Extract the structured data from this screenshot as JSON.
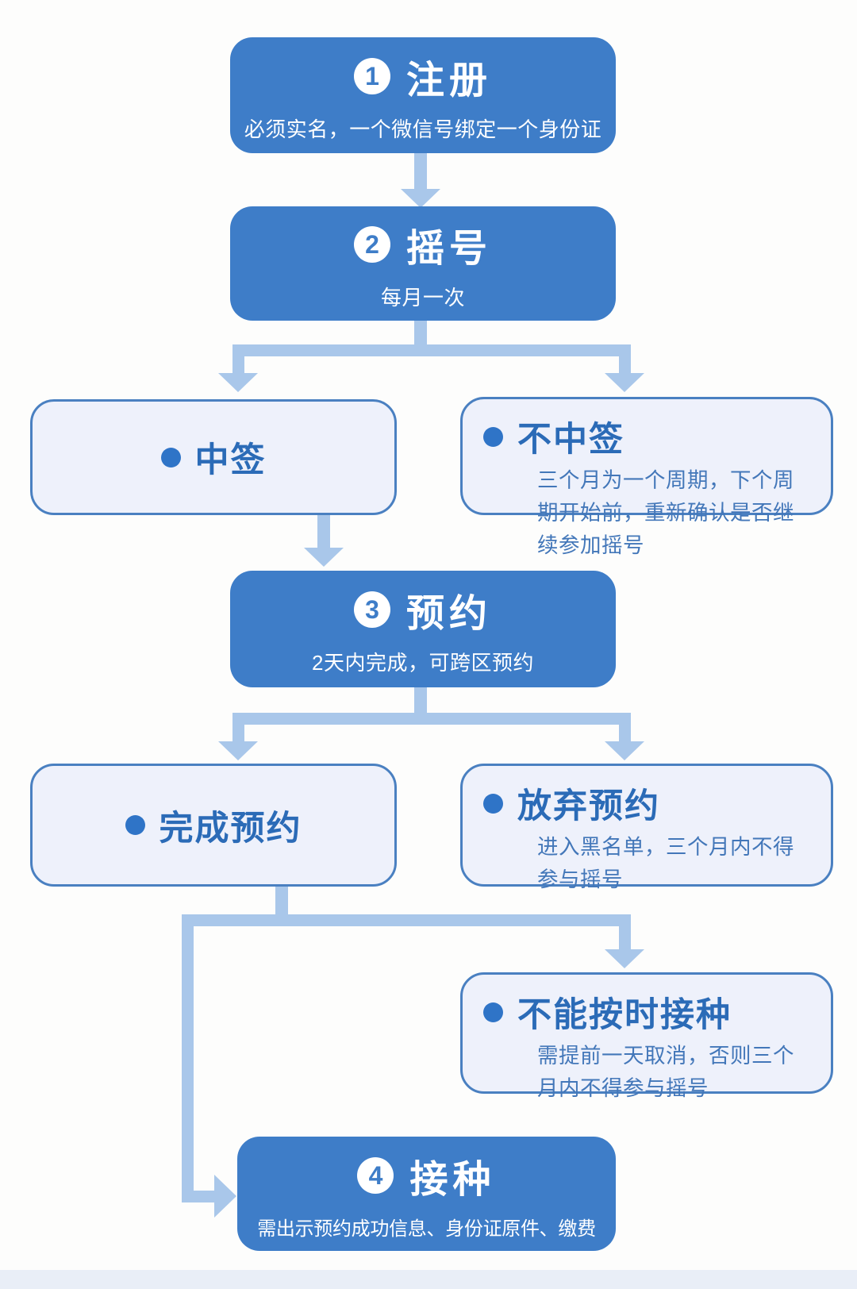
{
  "palette": {
    "step_box_blue": "#3e7dc8",
    "connector_blue": "#a9c7ea",
    "outcome_fill": "#eef1fb",
    "outcome_border": "#4a80c1",
    "outcome_text": "#2b6bb7",
    "body_text": "#4377b9",
    "background": "#fdfdfc"
  },
  "flow": {
    "steps": [
      {
        "number": "1",
        "title": "注册",
        "subtitle": "必须实名，一个微信号绑定一个身份证"
      },
      {
        "number": "2",
        "title": "摇号",
        "subtitle": "每月一次"
      },
      {
        "number": "3",
        "title": "预约",
        "subtitle": "2天内完成，可跨区预约"
      },
      {
        "number": "4",
        "title": "接种",
        "subtitle": "需出示预约成功信息、身份证原件、缴费"
      }
    ],
    "outcomes": [
      {
        "title": "中签",
        "detail": ""
      },
      {
        "title": "不中签",
        "detail": "三个月为一个周期，下个周期开始前，重新确认是否继续参加摇号"
      },
      {
        "title": "完成预约",
        "detail": ""
      },
      {
        "title": "放弃预约",
        "detail": "进入黑名单，三个月内不得参与摇号"
      },
      {
        "title": "不能按时接种",
        "detail": "需提前一天取消，否则三个月内不得参与摇号"
      }
    ]
  }
}
